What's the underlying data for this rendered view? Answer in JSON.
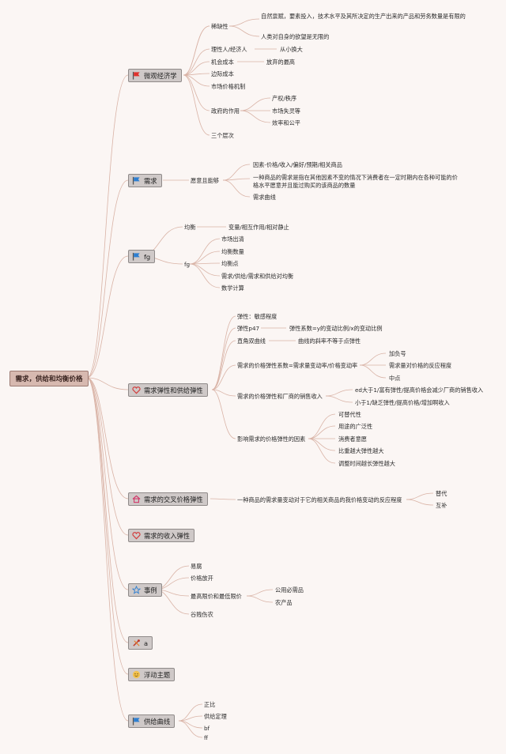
{
  "root": "需求，供给和均衡价格",
  "icons": {
    "micro": "red-flag-icon",
    "demand": "blue-flag-icon",
    "fg": "blue-flag-icon",
    "elasticity": "heart-icon",
    "cross": "home-icon",
    "income": "heart-icon",
    "cases": "star-icon",
    "a": "tools-icon",
    "floating": "smiley-icon",
    "curve": "blue-flag-icon"
  },
  "topics": {
    "micro": "微观经济学",
    "demand": "需求",
    "fg": "fg",
    "elasticity": "需求弹性和供给弹性",
    "cross": "需求的交叉价格弹性",
    "income": "需求的收入弹性",
    "cases": "事例",
    "a": "a",
    "floating": "浮动主题",
    "curve": "供给曲线"
  },
  "micro": {
    "scarcity": "稀缺性",
    "scarcity_def": "自然禀赋，要素投入，技术水平及其所决定的生产出来的产品和劳务数量是有限的",
    "desire": "人类对自身的欲望是无限的",
    "rational": "理性人/经济人",
    "rational_note": "从小换大",
    "opportunity": "机会成本",
    "opportunity_note": "放弃的最高",
    "marginal": "边际成本",
    "market": "市场价格机制",
    "gov": "政府的作用",
    "gov_1": "产权/秩序",
    "gov_2": "市场失灵等",
    "gov_3": "效率和公平",
    "levels": "三个层次"
  },
  "demand": {
    "willing": "愿意且能够",
    "factors": "因素-价格/收入/偏好/预期/相关商品",
    "definition": "一种商品的需求是指在其他因素不变的情况下消费者在一定时期内在各种可能的价格水平愿意并且能过购买的该商品的数量",
    "curve": "需求曲线"
  },
  "fg": {
    "equilibrium": "均衡",
    "eq_note": "变量/相互作用/相对静止",
    "fg_label": "fg",
    "items": [
      "市场出清",
      "均衡数量",
      "均衡点",
      "需求/供给/需求和供给对均衡",
      "数学计算"
    ]
  },
  "elasticity": {
    "def": "弹性：敏感程度",
    "p47": "弹性p47",
    "p47_note": "弹性系数=y的变动比例/x的变动比例",
    "hyper": "直角双曲线",
    "hyper_note": "曲线的斜率不等于点弹性",
    "price_coef": "需求的价格弹性系数=需求量变动率/价格变动率",
    "price_coef_items": [
      "加负号",
      "需求量对价格的反应程度",
      "中点"
    ],
    "revenue": "需求的价格弹性和厂商的销售收入",
    "revenue_items": [
      "ed大于1/富有弹性/提高价格会减少厂商的销售收入",
      "小于1/缺乏弹性/提高价格/增加啊收入"
    ],
    "factors": "影响需求的价格弹性的因素",
    "factor_items": [
      "可替代性",
      "用途的广泛性",
      "消费者意愿",
      "比重越大弹性越大",
      "调整时间越长弹性越大"
    ]
  },
  "cross": {
    "def": "一种商品的需求量变动对于它的相关商品的我价格变动的反应程度",
    "items": [
      "替代",
      "互补"
    ]
  },
  "cases": {
    "items": [
      "易腐",
      "价格放开",
      "最高限价和最低限价",
      "谷贱伤农"
    ],
    "ceiling_items": [
      "公用必需品",
      "农产品"
    ]
  },
  "curve": {
    "items": [
      "正比",
      "供给定理",
      "bf",
      "ff"
    ]
  },
  "colors": {
    "line": "#d9b3a6",
    "topic_bg": "#cfc9c8",
    "root_bg": "#d7b9b0"
  }
}
